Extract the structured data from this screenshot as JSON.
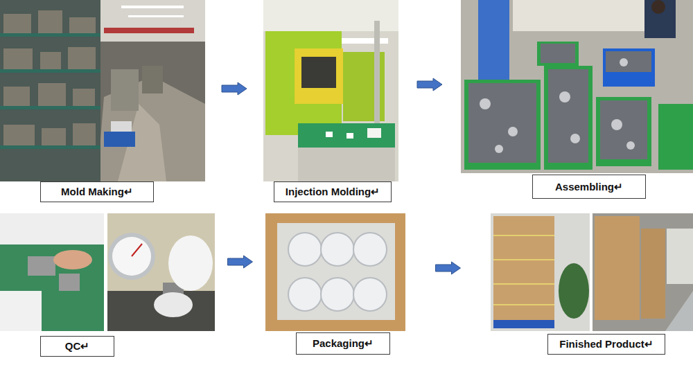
{
  "diagram": {
    "nodes": [
      {
        "text": [
          "Mold Making↵"
        ]
      },
      {
        "text": [
          "Injection Molding↵"
        ]
      },
      {
        "text": [
          "Assembling↵"
        ]
      },
      {
        "text": [
          "QC↵"
        ]
      },
      {
        "text": [
          "Packaging↵"
        ]
      },
      {
        "text": [
          "Finished Product↵"
        ]
      }
    ],
    "edges": [
      {
        "from": 0,
        "to": 1,
        "arrow": "to"
      },
      {
        "from": 1,
        "to": 2,
        "arrow": "to"
      },
      {
        "from": 3,
        "to": 4,
        "arrow": "to"
      },
      {
        "from": 4,
        "to": 5,
        "arrow": "to"
      }
    ]
  }
}
